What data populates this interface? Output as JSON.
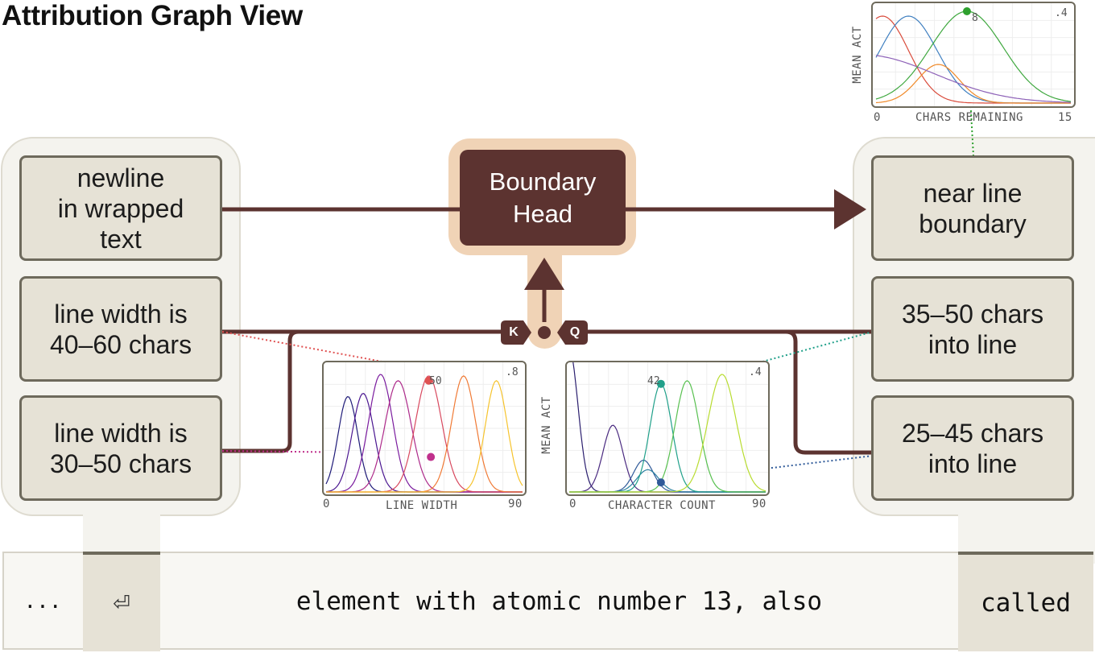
{
  "title": "Attribution Graph View",
  "head": {
    "label": "Boundary\nHead",
    "k_label": "K",
    "q_label": "Q"
  },
  "left_features": [
    {
      "label": "newline\nin wrapped\ntext"
    },
    {
      "label": "line width is\n40–60 chars"
    },
    {
      "label": "line width is\n30–50 chars"
    }
  ],
  "right_features": [
    {
      "label": "near line\nboundary"
    },
    {
      "label": "35–50 chars\ninto line"
    },
    {
      "label": "25–45 chars\ninto line"
    }
  ],
  "tokens": [
    {
      "text": "..."
    },
    {
      "text": "⏎"
    },
    {
      "text": "element with atomic number 13, also"
    },
    {
      "text": "called"
    }
  ],
  "colors": {
    "dark_brown": "#5c3330",
    "head_glow": "#f0d3b6",
    "feature_fill": "#e6e2d6",
    "feature_border": "#6e6a5c"
  },
  "chart_data": [
    {
      "id": "top",
      "type": "line",
      "ylabel": "MEAN ACT",
      "xlabel": "CHARS REMAINING",
      "x_min_label": "0",
      "x_max_label": "15",
      "y_max_label": ".4",
      "highlight_label": "8",
      "xlim": [
        0,
        15
      ],
      "ylim": [
        0,
        0.4
      ],
      "series": [
        {
          "color": "#d94a3a",
          "peak": 0.5,
          "width": 2.0,
          "height": 0.36
        },
        {
          "color": "#3f7fc0",
          "peak": 2.5,
          "width": 2.2,
          "height": 0.36
        },
        {
          "color": "#f08a2a",
          "peak": 4.8,
          "width": 1.6,
          "height": 0.16
        },
        {
          "color": "#8e62b8",
          "peak": -1.0,
          "width": 5.5,
          "height": 0.2
        },
        {
          "color": "#3fa83f",
          "peak": 7.0,
          "width": 2.8,
          "height": 0.38
        }
      ],
      "highlight": {
        "color": "#2ea02e",
        "x": 7.0,
        "y": 0.38
      }
    },
    {
      "id": "line-width",
      "type": "line",
      "ylabel": "",
      "xlabel": "LINE WIDTH",
      "x_min_label": "0",
      "x_max_label": "90",
      "y_max_label": ".8",
      "highlight_label": "50",
      "xlim": [
        0,
        90
      ],
      "ylim": [
        0,
        0.8
      ],
      "series": [
        {
          "color": "#1e1a78",
          "peak": 10,
          "width": 4.5,
          "height": 0.6
        },
        {
          "color": "#4a1690",
          "peak": 17,
          "width": 5.0,
          "height": 0.62
        },
        {
          "color": "#7a1b9e",
          "peak": 25,
          "width": 5.5,
          "height": 0.74
        },
        {
          "color": "#ad2a8a",
          "peak": 33,
          "width": 6.0,
          "height": 0.7
        },
        {
          "color": "#d8485e",
          "peak": 47,
          "width": 6.0,
          "height": 0.73
        },
        {
          "color": "#f07a35",
          "peak": 63,
          "width": 5.5,
          "height": 0.73
        },
        {
          "color": "#f6c32c",
          "peak": 78,
          "width": 5.0,
          "height": 0.7
        }
      ],
      "highlights": [
        {
          "color": "#e05252",
          "x": 47,
          "y": 0.7
        },
        {
          "color": "#c0308c",
          "x": 48,
          "y": 0.22
        }
      ]
    },
    {
      "id": "char-count",
      "type": "line",
      "ylabel": "MEAN ACT",
      "xlabel": "CHARACTER COUNT",
      "x_min_label": "0",
      "x_max_label": "90",
      "y_max_label": ".4",
      "highlight_label": "42",
      "xlim": [
        0,
        90
      ],
      "ylim": [
        0,
        0.4
      ],
      "series": [
        {
          "color": "#2a1e6e",
          "peak": 0,
          "width": 4.0,
          "height": 0.45
        },
        {
          "color": "#4a2a80",
          "peak": 20,
          "width": 4.5,
          "height": 0.21
        },
        {
          "color": "#2f5a99",
          "peak": 34,
          "width": 4.5,
          "height": 0.1
        },
        {
          "color": "#2a80a0",
          "peak": 36,
          "width": 5.0,
          "height": 0.07
        },
        {
          "color": "#20a08a",
          "peak": 42,
          "width": 5.0,
          "height": 0.34
        },
        {
          "color": "#58c050",
          "peak": 54,
          "width": 5.5,
          "height": 0.35
        },
        {
          "color": "#b8dc30",
          "peak": 70,
          "width": 6.5,
          "height": 0.37
        }
      ],
      "highlights": [
        {
          "color": "#20a08a",
          "x": 42,
          "y": 0.34
        },
        {
          "color": "#2f5a99",
          "x": 42,
          "y": 0.03
        }
      ]
    }
  ]
}
